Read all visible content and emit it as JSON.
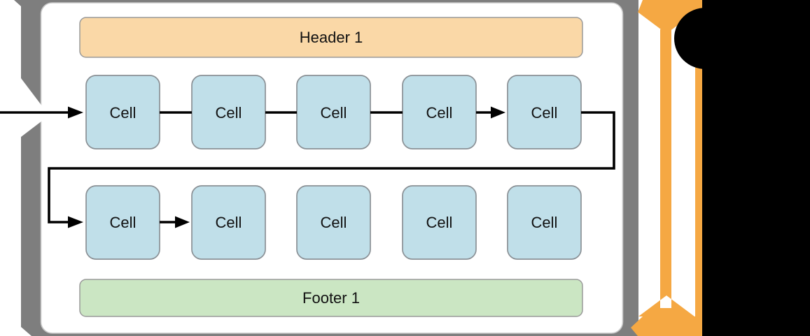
{
  "figure": {
    "header": {
      "label": "Header 1"
    },
    "rows": [
      {
        "cells": [
          "Cell",
          "Cell",
          "Cell",
          "Cell",
          "Cell"
        ]
      },
      {
        "cells": [
          "Cell",
          "Cell",
          "Cell",
          "Cell",
          "Cell"
        ]
      }
    ],
    "footer": {
      "label": "Footer 1"
    }
  },
  "colors": {
    "header_fill": "#FAD8A7",
    "cell_fill": "#C0DFE9",
    "footer_fill": "#CBE6C3",
    "scroll_arrow_orange": "#F5A843",
    "frame_gray": "#7E7E7E",
    "flow_black": "#000000",
    "overlay_black": "#000000",
    "screen_white": "#FFFFFF"
  }
}
